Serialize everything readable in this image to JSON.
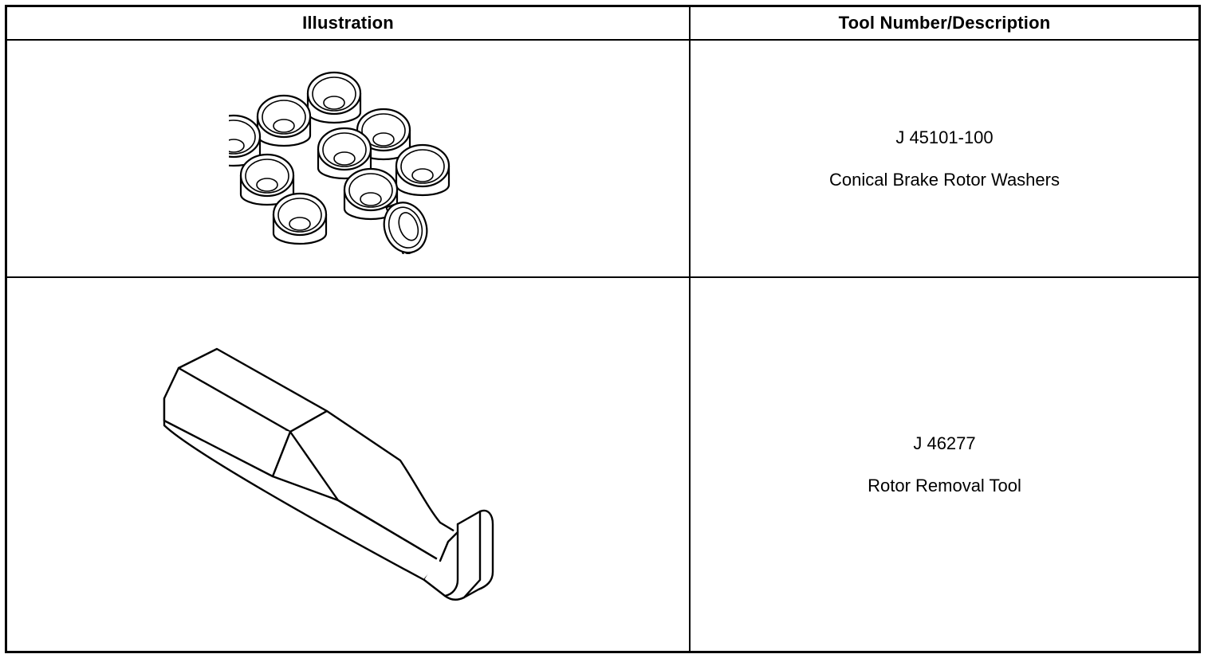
{
  "table": {
    "headers": {
      "illustration": "Illustration",
      "tool": "Tool Number/Description"
    },
    "rows": [
      {
        "tool_number": "J 45101-100",
        "description": "Conical Brake Rotor Washers",
        "illustration_icon": "conical-washers-icon"
      },
      {
        "tool_number": "J 46277",
        "description": "Rotor Removal Tool",
        "illustration_icon": "rotor-removal-tool-icon"
      }
    ]
  }
}
